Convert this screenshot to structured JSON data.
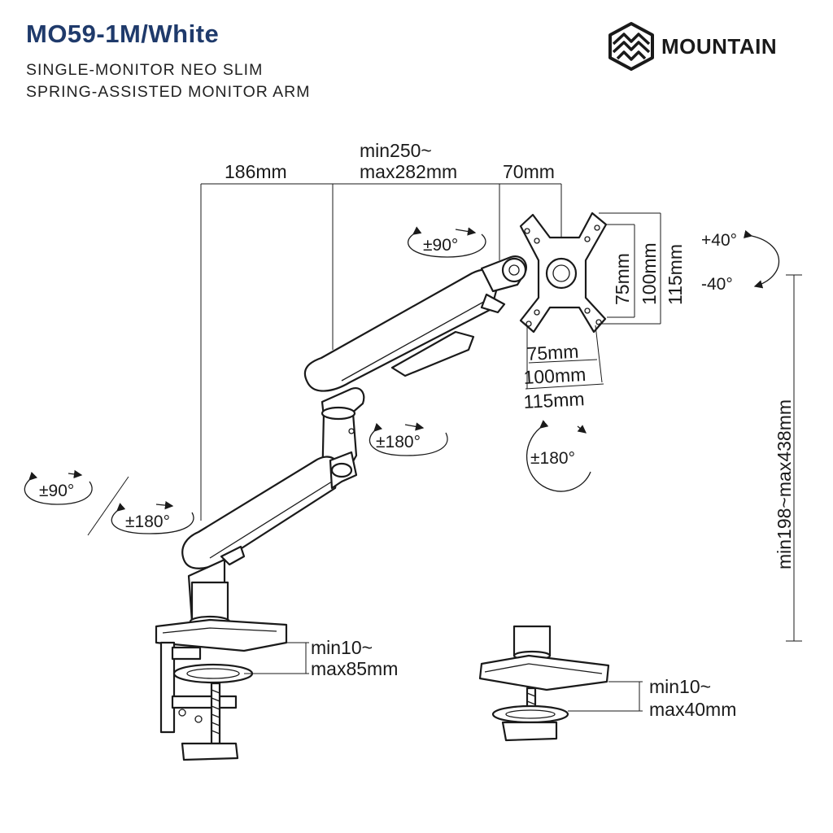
{
  "header": {
    "title": "MO59-1M/White",
    "subtitle_line1": "SINGLE-MONITOR NEO SLIM",
    "subtitle_line2": "SPRING-ASSISTED MONITOR ARM"
  },
  "brand": {
    "name": "MOUNTAIN",
    "logo_icon": "mountain-logo-icon"
  },
  "dimensions": {
    "upper_reach": "186mm",
    "arm_length_min": "min250~",
    "arm_length_max": "max282mm",
    "head_offset": "70mm",
    "vesa_v_75": "75mm",
    "vesa_v_100": "100mm",
    "vesa_v_115": "115mm",
    "vesa_h_75": "75mm",
    "vesa_h_100": "100mm",
    "vesa_h_115": "115mm",
    "height_range": "min198~max438mm",
    "clamp_min": "min10~",
    "clamp_max": "max85mm",
    "grommet_min": "min10~",
    "grommet_max": "max40mm"
  },
  "rotations": {
    "head_swivel": "±90°",
    "tilt_up": "+40°",
    "tilt_down": "-40°",
    "elbow_swivel": "±180°",
    "screen_rotate": "±180°",
    "base_swivel": "±90°",
    "base_rotate": "±180°"
  },
  "colors": {
    "title": "#1f3a6b",
    "line": "#1a1a1a",
    "background": "#ffffff"
  }
}
